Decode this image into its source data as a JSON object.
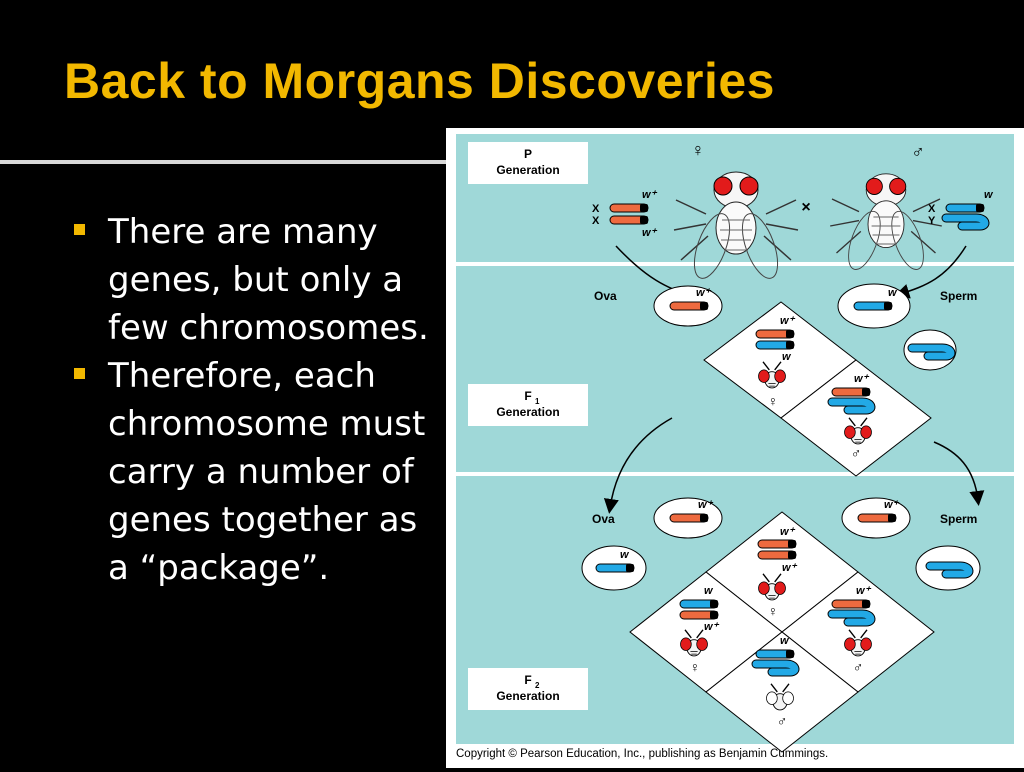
{
  "slide": {
    "title": "Back to Morgans Discoveries",
    "bullets": [
      "There are many genes, but only a few chromosomes.",
      "Therefore, each chromosome must carry a number of genes together as a “package”."
    ]
  },
  "figure": {
    "copyright": "Copyright © Pearson Education, Inc., publishing as Benjamin Cummings.",
    "p_gen": {
      "letter": "P",
      "word": "Generation"
    },
    "f1_gen": {
      "letter": "F",
      "sub": "1",
      "word": "Generation"
    },
    "f2_gen": {
      "letter": "F",
      "sub": "2",
      "word": "Generation"
    },
    "female_symbol": "♀",
    "male_symbol": "♂",
    "cross_symbol": "×",
    "chrom_x": "X",
    "chrom_y": "Y",
    "allele_red": "w⁺",
    "allele_white": "w",
    "ova": "Ova",
    "sperm": "Sperm"
  },
  "colors": {
    "title": "#f2b800",
    "panel": "#9fd8d8",
    "red_chromosome": "#ee6a3f",
    "blue_chromosome": "#22a9e6",
    "red_eye": "#e21b1b"
  }
}
